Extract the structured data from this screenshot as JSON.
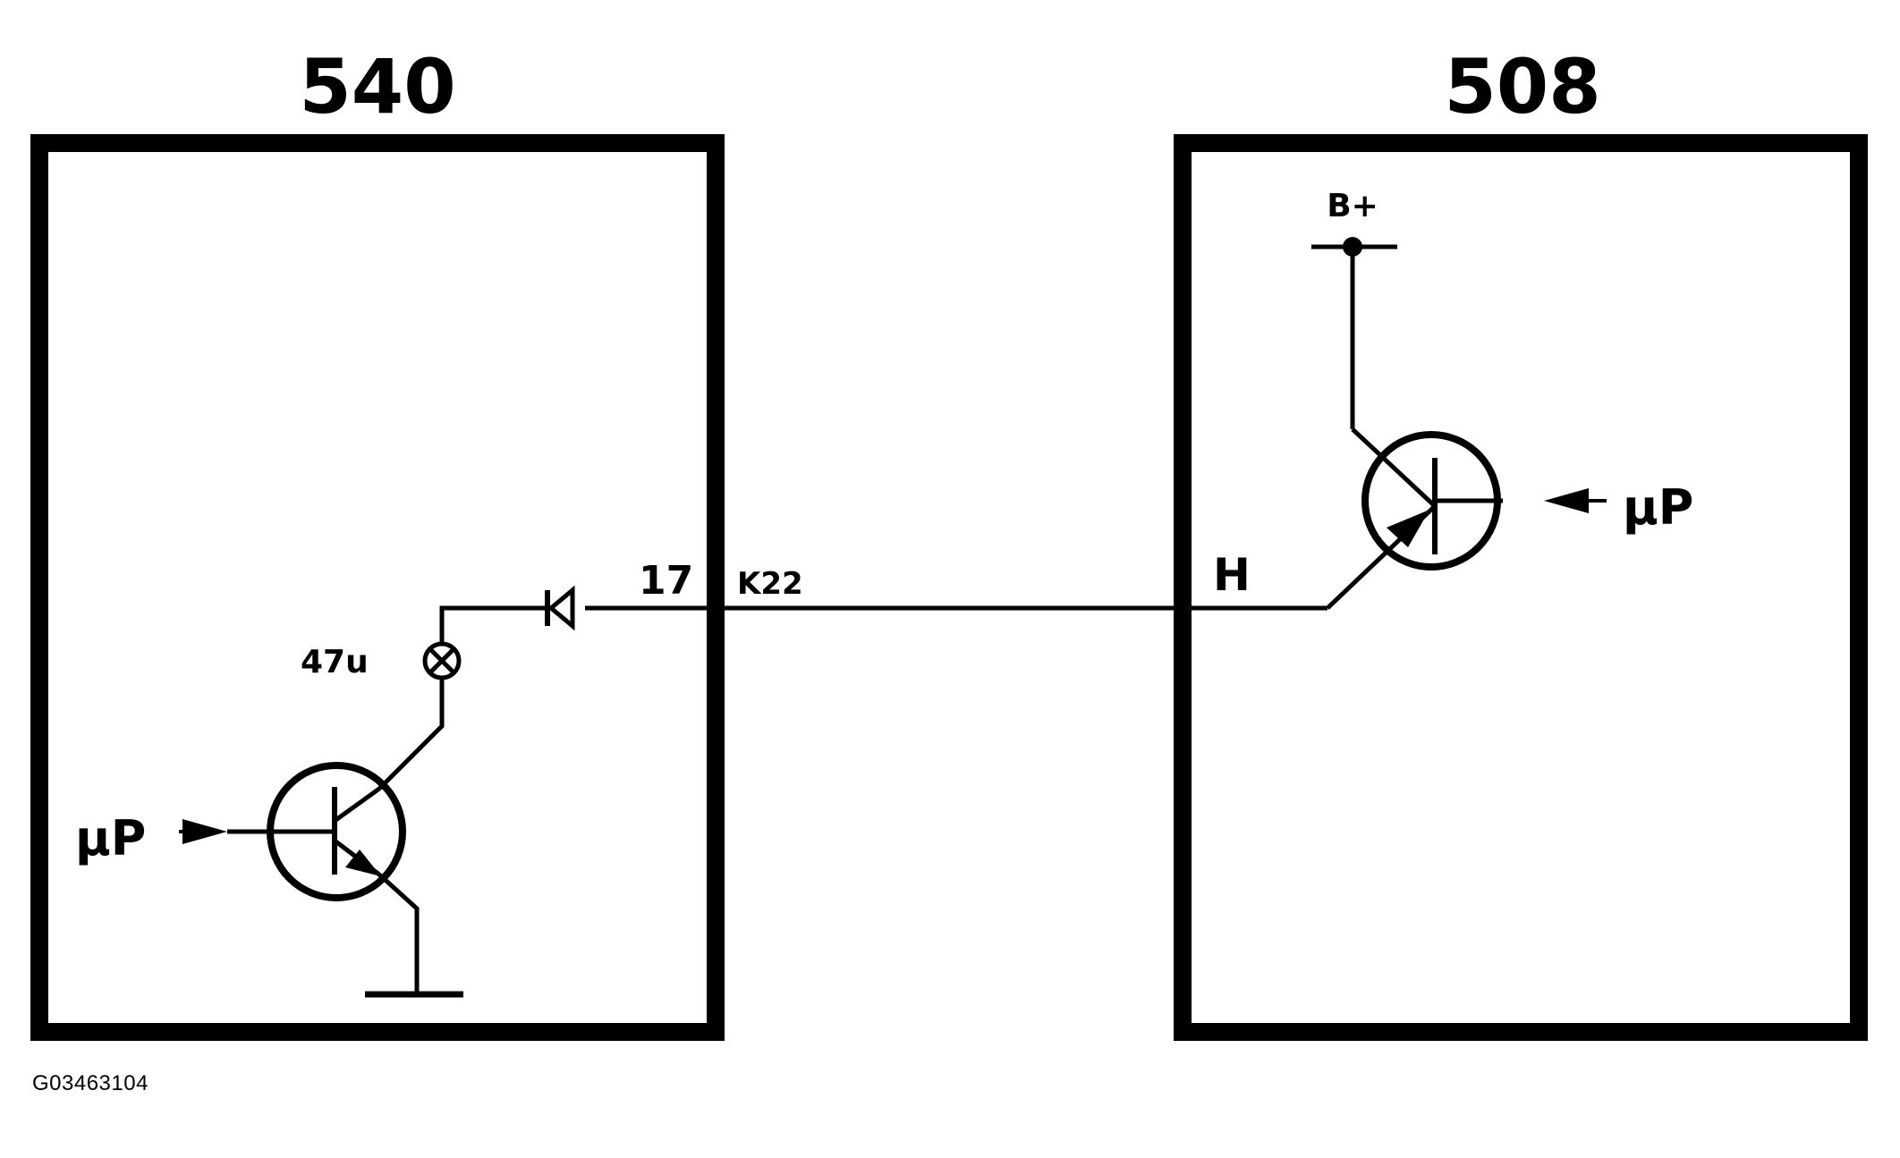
{
  "modules": {
    "left": {
      "id": "540"
    },
    "right": {
      "id": "508"
    }
  },
  "labels": {
    "left_pin": "17",
    "connector": "K22",
    "right_pin": "H",
    "bulb": "47u",
    "supply": "B+",
    "left_input": "μP",
    "right_input": "μP"
  },
  "caption": "G03463104",
  "colors": {
    "ink": "#000000",
    "background": "#ffffff"
  },
  "icons": {
    "bulb": "lamp-icon",
    "diode": "diode-icon",
    "transistor": "transistor-icon",
    "ground": "ground-icon",
    "supply": "supply-node-icon"
  }
}
